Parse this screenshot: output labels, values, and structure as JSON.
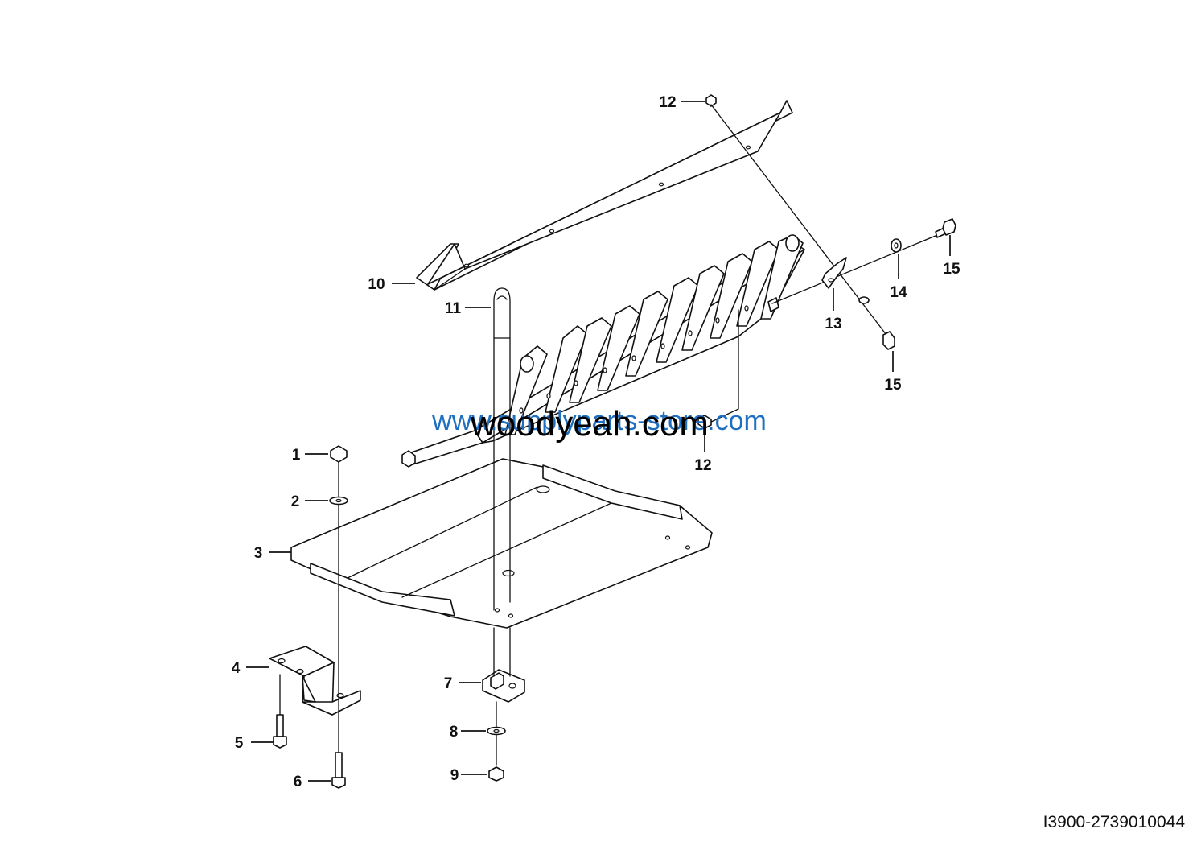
{
  "diagram": {
    "callouts": [
      "1",
      "2",
      "3",
      "4",
      "5",
      "6",
      "7",
      "8",
      "9",
      "10",
      "11",
      "12",
      "12",
      "13",
      "14",
      "15",
      "15"
    ],
    "watermark_blue": "www.supplyparts-store.com",
    "watermark_black": "woodyeah.com",
    "reference_code": "I3900-2739010044"
  }
}
